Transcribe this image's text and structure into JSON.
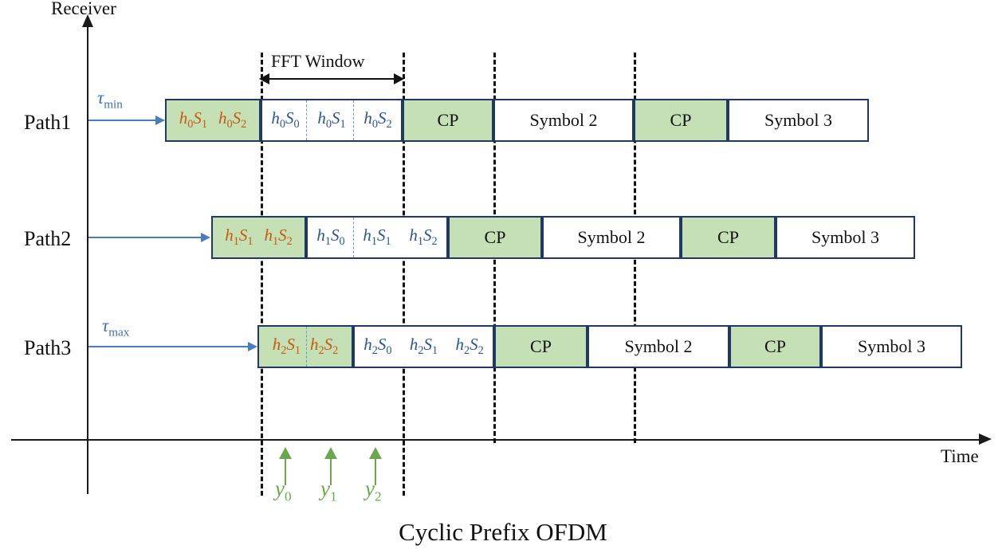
{
  "figure": {
    "caption": "Cyclic Prefix OFDM",
    "y_axis_label": "Receiver",
    "x_axis_label": "Time",
    "fft_window_label": "FFT Window"
  },
  "colors": {
    "cp_fill": "#c5e0b4",
    "block_border": "#1f3864",
    "orange_text": "#c55a11",
    "blue_text": "#2e5496",
    "green_marker": "#6aa84f",
    "tau_arrow": "#4a7ebb",
    "dashdot_divider": "#5b9bd5",
    "dashed_guide": "#111111"
  },
  "paths": [
    {
      "name": "Path1",
      "delay_label": "τ",
      "delay_sub": "min",
      "has_delay_label": true,
      "cp_cells": [
        {
          "h": "h",
          "hs": "0",
          "s": "S",
          "ss": "1"
        },
        {
          "h": "h",
          "hs": "0",
          "s": "S",
          "ss": "2"
        }
      ],
      "symbol_cells": [
        {
          "h": "h",
          "hs": "0",
          "s": "S",
          "ss": "0"
        },
        {
          "h": "h",
          "hs": "0",
          "s": "S",
          "ss": "1"
        },
        {
          "h": "h",
          "hs": "0",
          "s": "S",
          "ss": "2"
        }
      ],
      "trailing_blocks": [
        {
          "label": "CP",
          "type": "cp"
        },
        {
          "label": "Symbol 2",
          "type": "symbol"
        },
        {
          "label": "CP",
          "type": "cp"
        },
        {
          "label": "Symbol 3",
          "type": "symbol"
        }
      ]
    },
    {
      "name": "Path2",
      "delay_label": "",
      "delay_sub": "",
      "has_delay_label": false,
      "cp_cells": [
        {
          "h": "h",
          "hs": "1",
          "s": "S",
          "ss": "1"
        },
        {
          "h": "h",
          "hs": "1",
          "s": "S",
          "ss": "2"
        }
      ],
      "symbol_cells": [
        {
          "h": "h",
          "hs": "1",
          "s": "S",
          "ss": "0"
        },
        {
          "h": "h",
          "hs": "1",
          "s": "S",
          "ss": "1"
        },
        {
          "h": "h",
          "hs": "1",
          "s": "S",
          "ss": "2"
        }
      ],
      "trailing_blocks": [
        {
          "label": "CP",
          "type": "cp"
        },
        {
          "label": "Symbol 2",
          "type": "symbol"
        },
        {
          "label": "CP",
          "type": "cp"
        },
        {
          "label": "Symbol 3",
          "type": "symbol"
        }
      ]
    },
    {
      "name": "Path3",
      "delay_label": "τ",
      "delay_sub": "max",
      "has_delay_label": true,
      "cp_cells": [
        {
          "h": "h",
          "hs": "2",
          "s": "S",
          "ss": "1"
        },
        {
          "h": "h",
          "hs": "2",
          "s": "S",
          "ss": "2"
        }
      ],
      "symbol_cells": [
        {
          "h": "h",
          "hs": "2",
          "s": "S",
          "ss": "0"
        },
        {
          "h": "h",
          "hs": "2",
          "s": "S",
          "ss": "1"
        },
        {
          "h": "h",
          "hs": "2",
          "s": "S",
          "ss": "2"
        }
      ],
      "trailing_blocks": [
        {
          "label": "CP",
          "type": "cp"
        },
        {
          "label": "Symbol 2",
          "type": "symbol"
        },
        {
          "label": "CP",
          "type": "cp"
        },
        {
          "label": "Symbol 3",
          "type": "symbol"
        }
      ]
    }
  ],
  "receive_samples": [
    {
      "sym": "y",
      "sub": "0"
    },
    {
      "sym": "y",
      "sub": "1"
    },
    {
      "sym": "y",
      "sub": "2"
    }
  ]
}
